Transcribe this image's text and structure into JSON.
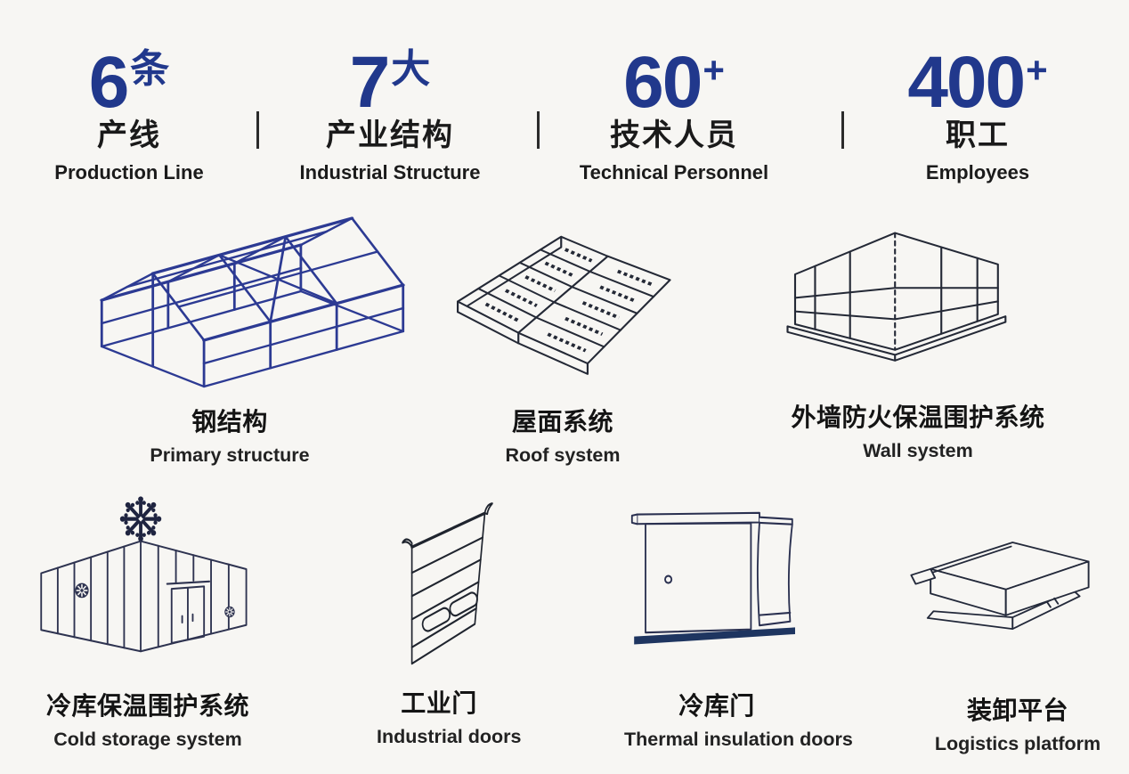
{
  "page": {
    "background": "#f7f6f3",
    "accent_blue": "#21388c",
    "ink": "#1a1a1a"
  },
  "stats": [
    {
      "value": "6",
      "suffix": "条",
      "label_cn": "产线",
      "label_en": "Production Line"
    },
    {
      "value": "7",
      "suffix": "大",
      "label_cn": "产业结构",
      "label_en": "Industrial Structure"
    },
    {
      "value": "60",
      "suffix": "+",
      "label_cn": "技术人员",
      "label_en": "Technical Personnel"
    },
    {
      "value": "400",
      "suffix": "+",
      "label_cn": "职工",
      "label_en": "Employees"
    }
  ],
  "items": [
    {
      "icon": "steel-structure",
      "label_cn": "钢结构",
      "label_en": "Primary structure"
    },
    {
      "icon": "roof-system",
      "label_cn": "屋面系统",
      "label_en": "Roof system"
    },
    {
      "icon": "wall-system",
      "label_cn": "外墙防火保温围护系统",
      "label_en": "Wall system"
    },
    {
      "icon": "cold-storage",
      "label_cn": "冷库保温围护系统",
      "label_en": "Cold storage system"
    },
    {
      "icon": "industrial-door",
      "label_cn": "工业门",
      "label_en": "Industrial doors"
    },
    {
      "icon": "insulation-door",
      "label_cn": "冷库门",
      "label_en": "Thermal insulation doors"
    },
    {
      "icon": "logistics-platform",
      "label_cn": "装卸平台",
      "label_en": "Logistics platform"
    }
  ]
}
